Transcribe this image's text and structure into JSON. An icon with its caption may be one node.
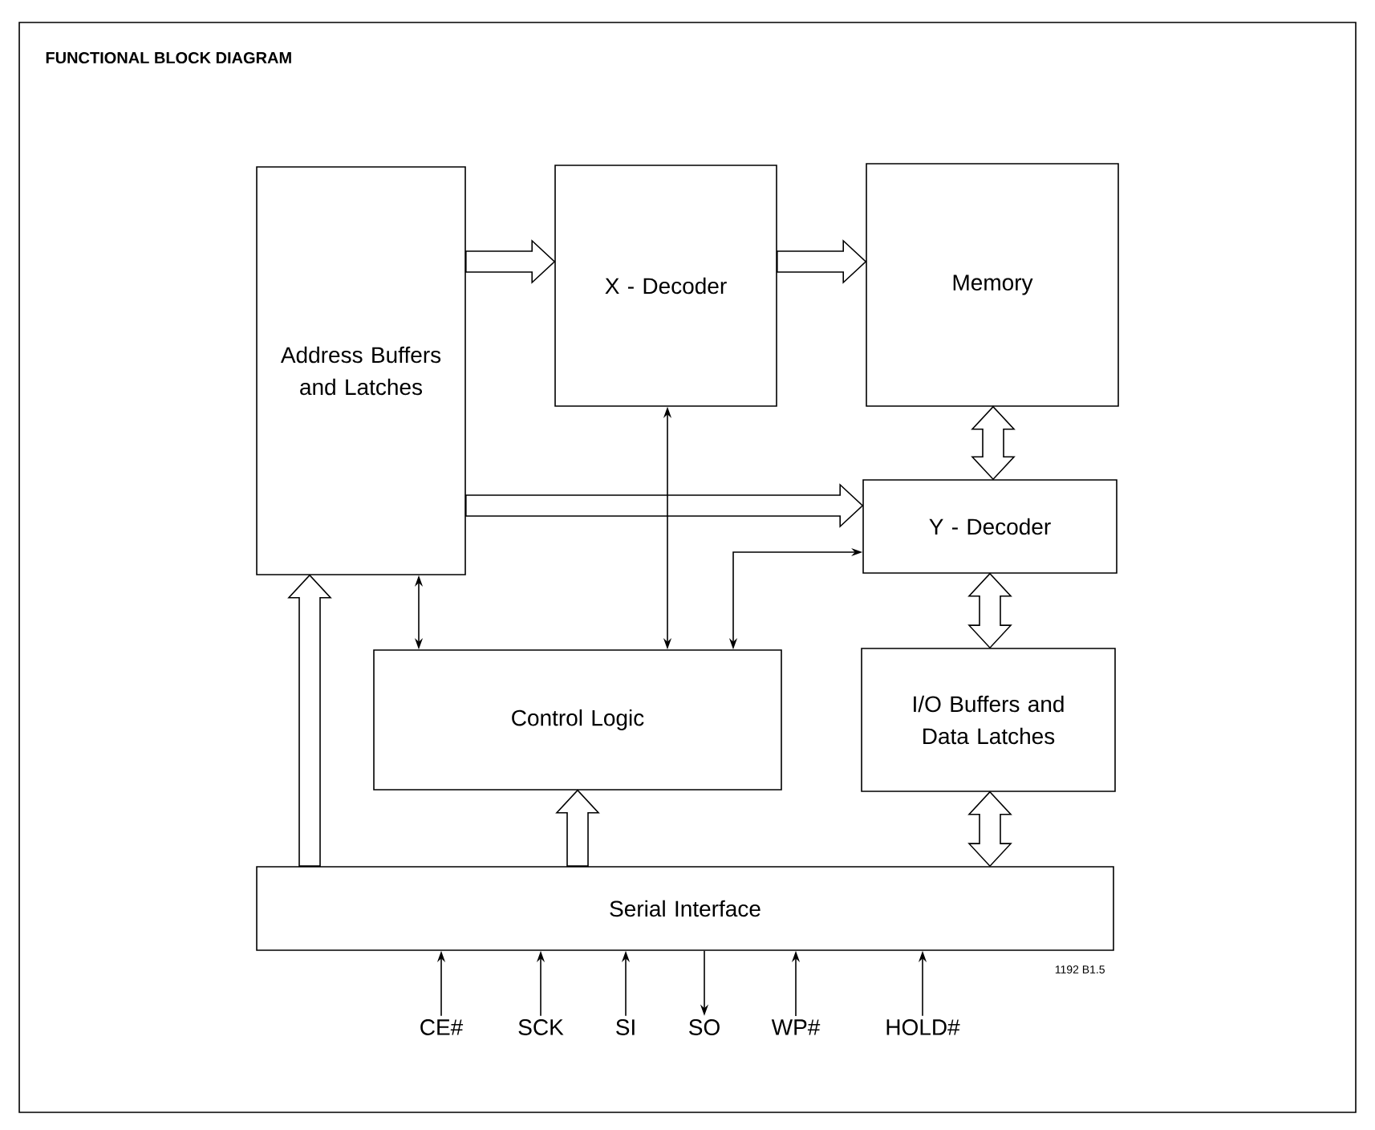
{
  "diagram": {
    "title": "FUNCTIONAL BLOCK DIAGRAM",
    "nodes": [
      {
        "text": [
          "Address Buffers and Latches"
        ]
      },
      {
        "text": [
          "X - Decoder"
        ]
      },
      {
        "text": [
          "Memory"
        ]
      },
      {
        "text": [
          "Y - Decoder"
        ]
      },
      {
        "text": [
          "Control Logic"
        ]
      },
      {
        "text": [
          "I/O Buffers and Data Latches"
        ]
      },
      {
        "text": [
          "Serial Interface"
        ]
      },
      {
        "text": [
          "CE#"
        ]
      },
      {
        "text": [
          "SCK"
        ]
      },
      {
        "text": [
          "SI"
        ]
      },
      {
        "text": [
          "SO"
        ]
      },
      {
        "text": [
          "WP#"
        ]
      },
      {
        "text": [
          "HOLD#"
        ]
      }
    ],
    "edges": [
      {
        "from": 0,
        "to": 1,
        "arrow": "to",
        "style": "thick"
      },
      {
        "from": 1,
        "to": 2,
        "arrow": "to",
        "style": "thick"
      },
      {
        "from": 0,
        "to": 3,
        "arrow": "to",
        "style": "thick"
      },
      {
        "from": 2,
        "to": 3,
        "arrow": "both",
        "style": "thick"
      },
      {
        "from": 1,
        "to": 4,
        "arrow": "both"
      },
      {
        "from": 4,
        "to": 3,
        "arrow": "both"
      },
      {
        "from": 0,
        "to": 4,
        "arrow": "both"
      },
      {
        "from": 6,
        "to": 0,
        "arrow": "to",
        "style": "thick"
      },
      {
        "from": 6,
        "to": 4,
        "arrow": "to",
        "style": "thick"
      },
      {
        "from": 3,
        "to": 5,
        "arrow": "both",
        "style": "thick"
      },
      {
        "from": 5,
        "to": 6,
        "arrow": "both",
        "style": "thick"
      },
      {
        "from": 7,
        "to": 6,
        "arrow": "to"
      },
      {
        "from": 8,
        "to": 6,
        "arrow": "to"
      },
      {
        "from": 9,
        "to": 6,
        "arrow": "to"
      },
      {
        "from": 6,
        "to": 10,
        "arrow": "to"
      },
      {
        "from": 11,
        "to": 6,
        "arrow": "to"
      },
      {
        "from": 12,
        "to": 6,
        "arrow": "to"
      }
    ],
    "labels": [
      "1192 B1.5"
    ]
  }
}
